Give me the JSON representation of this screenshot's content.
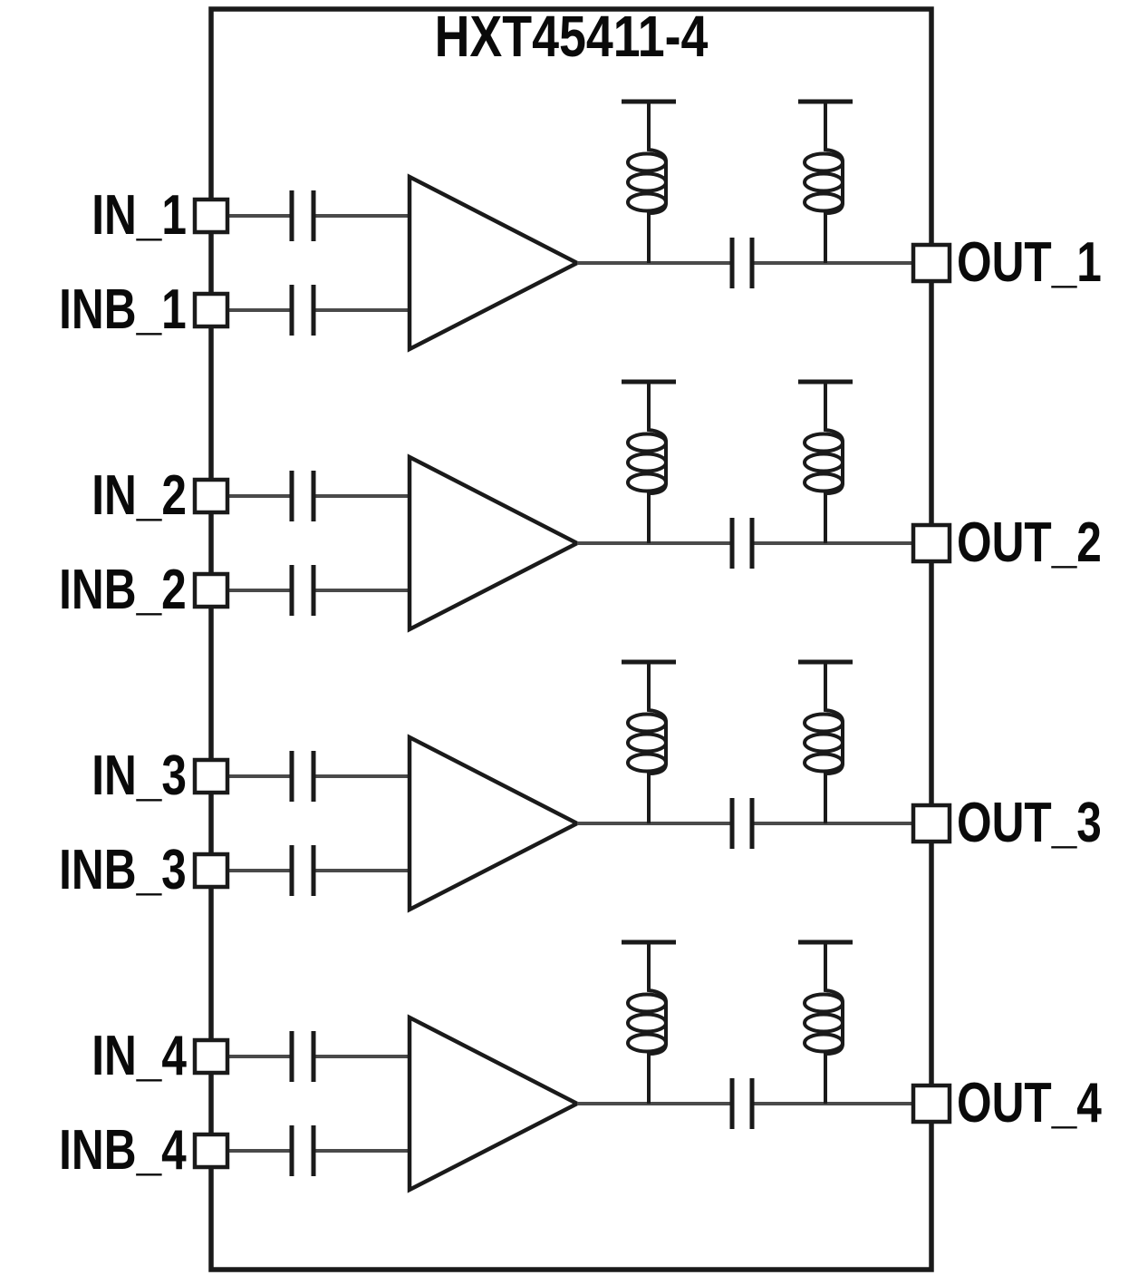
{
  "title": "HXT45411-4",
  "colors": {
    "background": "#ffffff",
    "component_stroke": "#1a1a1a",
    "wire_stroke": "#4a4a4a",
    "text": "#0a0a0a"
  },
  "symbols": [
    "input-pin-square",
    "coupling-capacitor",
    "amplifier-triangle",
    "rf-choke-inductor",
    "supply-rail-tbar",
    "output-coupling-capacitor",
    "output-pin-square"
  ],
  "channels": [
    {
      "in_label": "IN_1",
      "inb_label": "INB_1",
      "out_label": "OUT_1"
    },
    {
      "in_label": "IN_2",
      "inb_label": "INB_2",
      "out_label": "OUT_2"
    },
    {
      "in_label": "IN_3",
      "inb_label": "INB_3",
      "out_label": "OUT_3"
    },
    {
      "in_label": "IN_4",
      "inb_label": "INB_4",
      "out_label": "OUT_4"
    }
  ]
}
